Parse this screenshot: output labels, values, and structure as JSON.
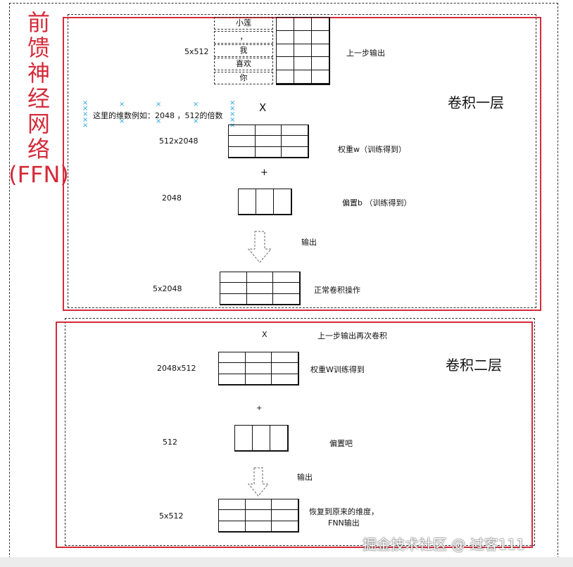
{
  "title_chars": [
    "前",
    "馈",
    "神",
    "经",
    "网",
    "络",
    "(FFN)"
  ],
  "layer1": {
    "title": "卷积一层",
    "tokens": [
      "小莲",
      "，",
      "我",
      "喜欢",
      "你"
    ],
    "input_dim": "5x512",
    "input_label": "上一步输出",
    "note": "这里的维数例如：2048 ，512的倍数",
    "op_mul": "X",
    "weight_dim": "512x2048",
    "weight_label": "权重w（训练得到）",
    "op_add": "+",
    "bias_dim": "2048",
    "bias_label": "偏置b （训练得到）",
    "output_arrow_label": "输出",
    "result_dim": "5x2048",
    "result_label": "正常卷积操作"
  },
  "layer2": {
    "title": "卷积二层",
    "op_mul": "X",
    "input_label": "上一步输出再次卷积",
    "weight_dim": "2048x512",
    "weight_label": "权重W训练得到",
    "op_add": "+",
    "bias_dim": "512",
    "bias_label": "偏置吧",
    "output_arrow_label": "输出",
    "result_dim": "5x512",
    "result_label_line1": "恢复到原来的维度，",
    "result_label_line2": "FNN输出"
  },
  "watermark": "掘金技术社区 @ 过客111"
}
